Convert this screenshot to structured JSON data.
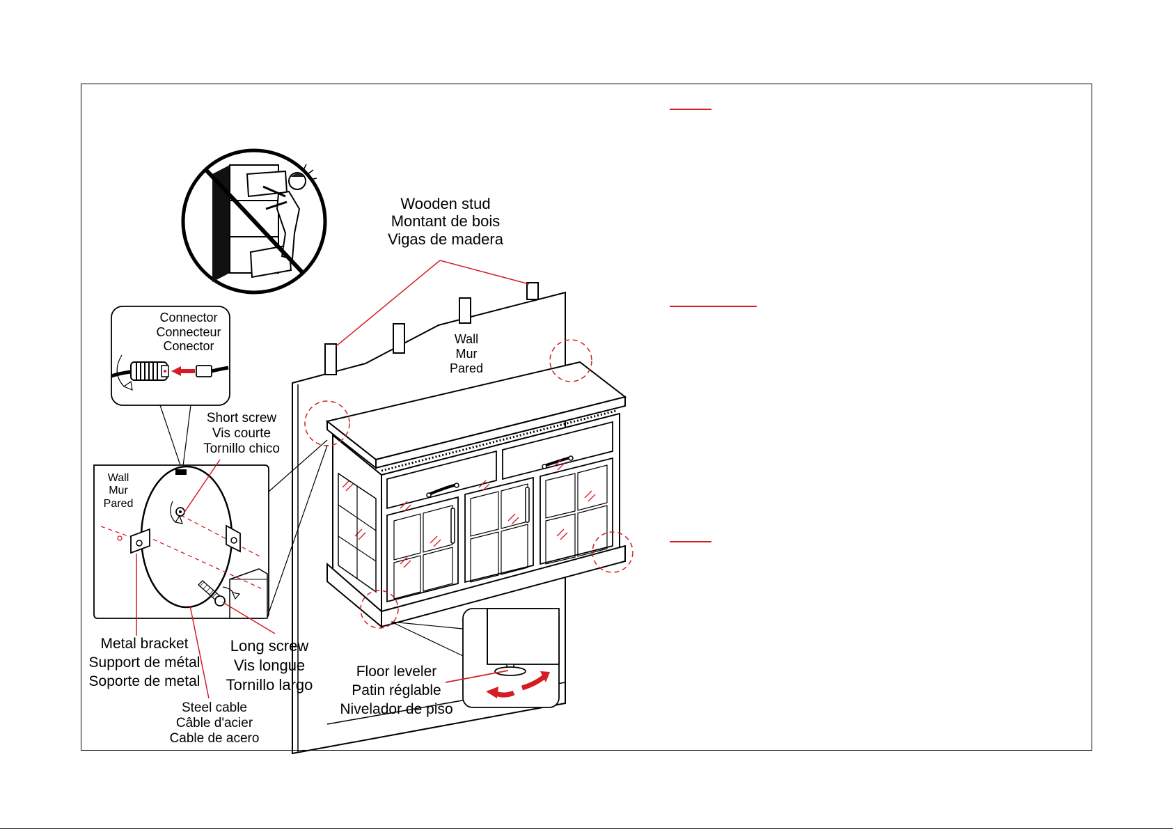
{
  "labels": {
    "wooden_stud": [
      "Wooden stud",
      "Montant de bois",
      "Vigas de madera"
    ],
    "wall_main": [
      "Wall",
      "Mur",
      "Pared"
    ],
    "connector": [
      "Connector",
      "Connecteur",
      "Conector"
    ],
    "short_screw": [
      "Short screw",
      "Vis courte",
      "Tornillo chico"
    ],
    "wall_detail": [
      "Wall",
      "Mur",
      "Pared"
    ],
    "metal_bracket": [
      "Metal bracket",
      "Support de métal",
      "Soporte de metal"
    ],
    "long_screw": [
      "Long screw",
      "Vis longue",
      "Tornillo largo"
    ],
    "steel_cable": [
      "Steel cable",
      "Câble d'acier",
      "Cable de acero"
    ],
    "floor_leveler": [
      "Floor leveler",
      "Patin réglable",
      "Nivelador de piso"
    ]
  },
  "colors": {
    "accent": "#d51c24",
    "ink": "#000000"
  },
  "icons": {
    "warning": "no-climbing-warning-icon",
    "connector": "cable-connector-icon",
    "leveler": "floor-leveler-icon"
  }
}
